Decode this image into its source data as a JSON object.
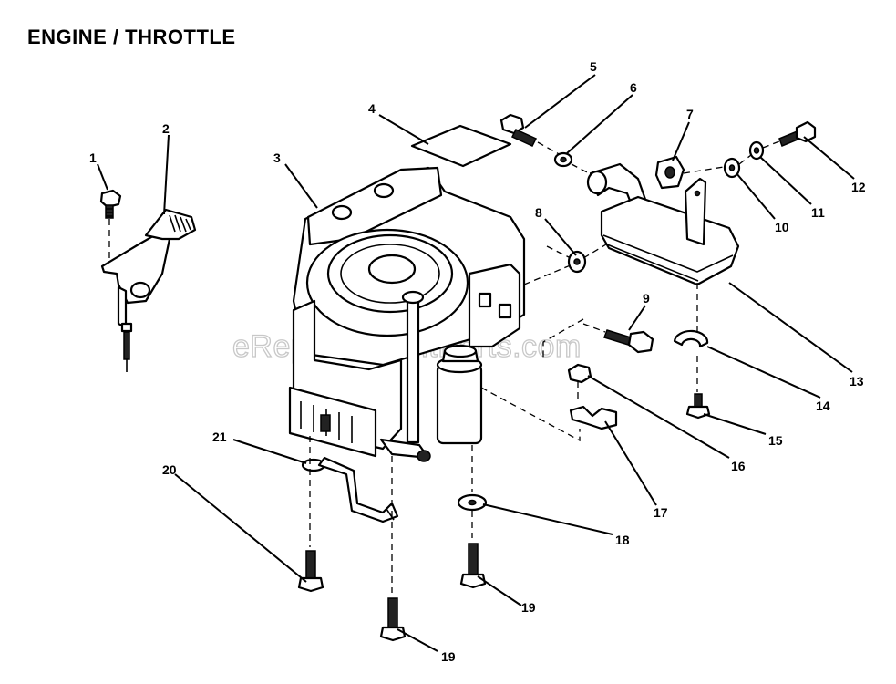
{
  "title": "ENGINE / THROTTLE",
  "watermark": "eReplacementParts.com",
  "callouts": [
    "1",
    "2",
    "3",
    "4",
    "5",
    "6",
    "7",
    "8",
    "9",
    "10",
    "11",
    "12",
    "13",
    "14",
    "15",
    "16",
    "17",
    "18",
    "19",
    "19",
    "20",
    "21"
  ]
}
